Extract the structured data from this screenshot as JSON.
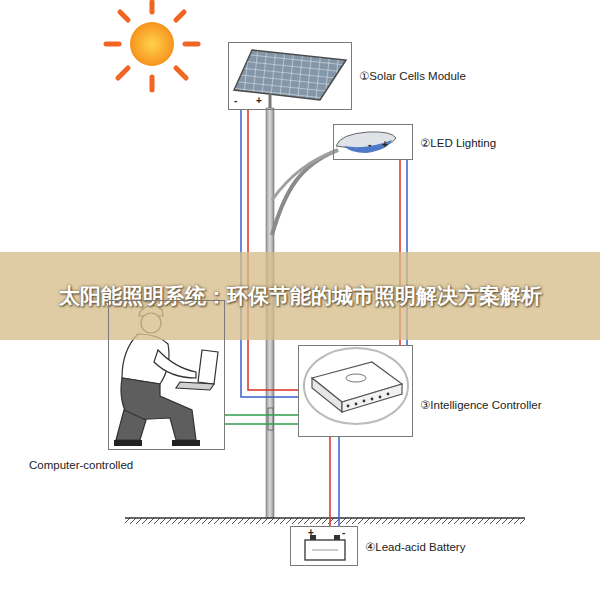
{
  "diagram": {
    "title": "太阳能照明系统：环保节能的城市照明解决方案解析",
    "nodes": [
      {
        "text": [
          "①Solar Cells Module"
        ]
      },
      {
        "text": [
          "②LED Lighting"
        ]
      },
      {
        "text": [
          "③Intelligence Controller"
        ]
      },
      {
        "text": [
          "Computer-controlled"
        ]
      },
      {
        "text": [
          "④Lead-acid Battery"
        ]
      }
    ],
    "edges": [
      {
        "from": 0,
        "to": 2,
        "arrow": "none"
      },
      {
        "from": 1,
        "to": 2,
        "arrow": "none"
      },
      {
        "from": 3,
        "to": 2,
        "arrow": "none"
      },
      {
        "from": 2,
        "to": 4,
        "arrow": "none"
      }
    ],
    "labels": [
      "-",
      "+",
      "-",
      "+",
      "+",
      "-"
    ]
  }
}
